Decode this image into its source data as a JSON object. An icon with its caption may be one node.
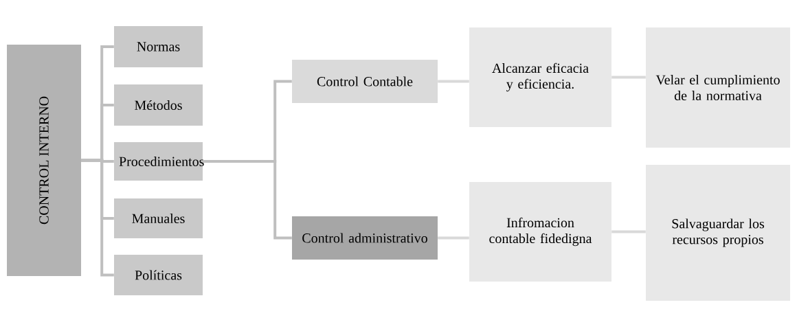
{
  "diagram": {
    "nodes": [
      {
        "text": [
          "CONTROL INTERNO"
        ]
      },
      {
        "text": [
          "Normas"
        ]
      },
      {
        "text": [
          "Métodos"
        ]
      },
      {
        "text": [
          "Procedimientos"
        ]
      },
      {
        "text": [
          "Manuales"
        ]
      },
      {
        "text": [
          "Políticas"
        ]
      },
      {
        "text": [
          "Control Contable"
        ]
      },
      {
        "text": [
          "Control administrativo"
        ]
      },
      {
        "text": [
          "Alcanzar eficacia y eficiencia."
        ]
      },
      {
        "text": [
          "Velar el cumplimiento de la normativa"
        ]
      },
      {
        "text": [
          "Infromacion contable fidedigna"
        ]
      },
      {
        "text": [
          "Salvaguardar los recursos propios"
        ]
      }
    ],
    "edges": [
      {
        "from": 0,
        "to": 1,
        "arrow": "none"
      },
      {
        "from": 0,
        "to": 2,
        "arrow": "none"
      },
      {
        "from": 0,
        "to": 3,
        "arrow": "none"
      },
      {
        "from": 0,
        "to": 4,
        "arrow": "none"
      },
      {
        "from": 0,
        "to": 5,
        "arrow": "none"
      },
      {
        "from": 3,
        "to": 6,
        "arrow": "none"
      },
      {
        "from": 3,
        "to": 7,
        "arrow": "none"
      },
      {
        "from": 6,
        "to": 8,
        "arrow": "none",
        "color": "#d9d9d9"
      },
      {
        "from": 8,
        "to": 9,
        "arrow": "none",
        "color": "#d9d9d9"
      },
      {
        "from": 7,
        "to": 10,
        "arrow": "none",
        "color": "#d9d9d9"
      },
      {
        "from": 10,
        "to": 11,
        "arrow": "none",
        "color": "#d9d9d9"
      }
    ]
  }
}
